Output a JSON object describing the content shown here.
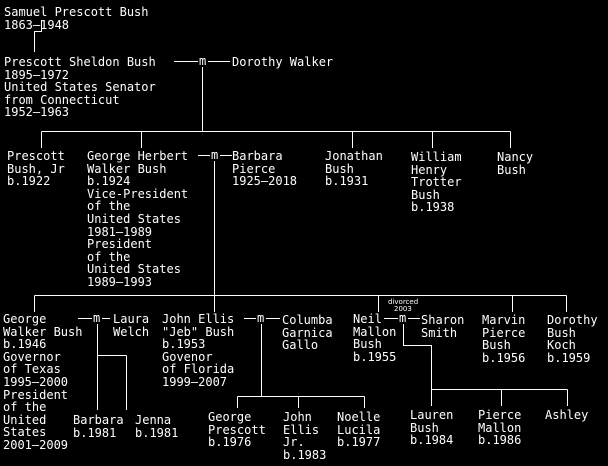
{
  "tree": {
    "people": {
      "samuel": [
        "Samuel Prescott Bush",
        "1863–1948"
      ],
      "prescott_s": [
        "Prescott Sheldon Bush",
        "1895–1972",
        "United States Senator",
        "from Connecticut",
        "1952–1963"
      ],
      "dorothy": [
        "Dorothy Walker"
      ],
      "prescott_jr": [
        "Prescott",
        "Bush, Jr",
        "b.1922"
      ],
      "ghw": [
        "George Herbert",
        "Walker Bush",
        "b.1924",
        "Vice-President",
        "of the",
        "United States",
        "1981–1989",
        "President",
        "of the",
        "United States",
        "1989–1993"
      ],
      "barbara": [
        "Barbara",
        "Pierce",
        "1925–2018"
      ],
      "jonathan": [
        "Jonathan",
        "Bush",
        "b.1931"
      ],
      "william": [
        "William",
        "Henry",
        "Trotter",
        "Bush",
        "b.1938"
      ],
      "nancy": [
        "Nancy",
        "Bush"
      ],
      "gw": [
        "George",
        "Walker Bush",
        "b.1946",
        "Governor",
        "of Texas",
        "1995–2000",
        "President",
        "of the",
        "United",
        "States",
        "2001–2009"
      ],
      "laura": [
        "Laura",
        "Welch"
      ],
      "jeb": [
        "John Ellis",
        "\"Jeb\" Bush",
        "b.1953",
        "Govenor",
        "of Florida",
        "1999–2007"
      ],
      "columba": [
        "Columba",
        "Garnica",
        "Gallo"
      ],
      "neil": [
        "Neil",
        "Mallon",
        "Bush",
        "b.1955"
      ],
      "sharon": [
        "Sharon",
        "Smith"
      ],
      "marvin": [
        "Marvin",
        "Pierce",
        "Bush",
        "b.1956"
      ],
      "dorothy_k": [
        "Dorothy",
        "Bush",
        "Koch",
        "b.1959"
      ],
      "barbara_j": [
        "Barbara",
        "b.1981"
      ],
      "jenna": [
        "Jenna",
        "b.1981"
      ],
      "george_p": [
        "George",
        "Prescott",
        "b.1976"
      ],
      "john_ej": [
        "John",
        "Ellis",
        "Jr.",
        "b.1983"
      ],
      "noelle": [
        "Noelle",
        "Lucila",
        "b.1977"
      ],
      "lauren": [
        "Lauren",
        "Bush",
        "b.1984"
      ],
      "pierce": [
        "Pierce",
        "Mallon",
        "b.1986"
      ],
      "ashley": [
        "Ashley"
      ]
    },
    "marriage_marker": "m",
    "divorce_note": [
      "divorced",
      "2003"
    ]
  }
}
